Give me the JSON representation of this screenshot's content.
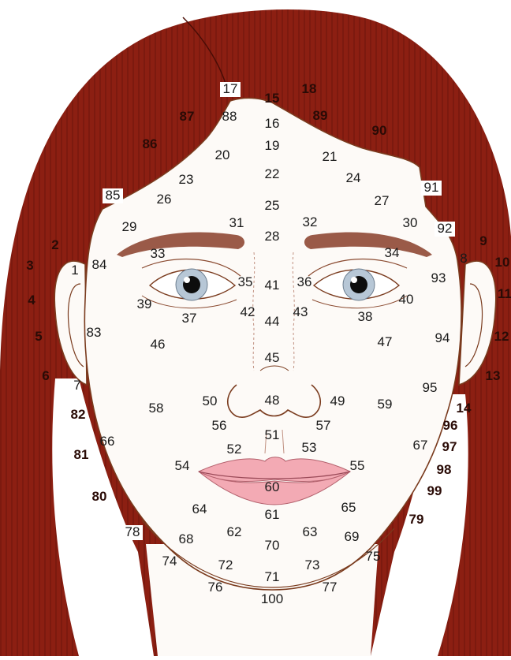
{
  "figure": {
    "labels": [
      {
        "id": "1",
        "text": "1"
      },
      {
        "id": "2",
        "text": "2"
      },
      {
        "id": "3",
        "text": "3"
      },
      {
        "id": "4",
        "text": "4"
      },
      {
        "id": "5",
        "text": "5"
      },
      {
        "id": "6",
        "text": "6"
      },
      {
        "id": "7",
        "text": "7"
      },
      {
        "id": "8",
        "text": "8"
      },
      {
        "id": "9",
        "text": "9"
      },
      {
        "id": "10",
        "text": "10"
      },
      {
        "id": "11",
        "text": "11"
      },
      {
        "id": "12",
        "text": "12"
      },
      {
        "id": "13",
        "text": "13"
      },
      {
        "id": "14",
        "text": "14"
      },
      {
        "id": "15",
        "text": "15"
      },
      {
        "id": "16",
        "text": "16"
      },
      {
        "id": "17",
        "text": "17"
      },
      {
        "id": "18",
        "text": "18"
      },
      {
        "id": "19",
        "text": "19"
      },
      {
        "id": "20",
        "text": "20"
      },
      {
        "id": "21",
        "text": "21"
      },
      {
        "id": "22",
        "text": "22"
      },
      {
        "id": "23",
        "text": "23"
      },
      {
        "id": "24",
        "text": "24"
      },
      {
        "id": "25",
        "text": "25"
      },
      {
        "id": "26",
        "text": "26"
      },
      {
        "id": "27",
        "text": "27"
      },
      {
        "id": "28",
        "text": "28"
      },
      {
        "id": "29",
        "text": "29"
      },
      {
        "id": "30",
        "text": "30"
      },
      {
        "id": "31",
        "text": "31"
      },
      {
        "id": "32",
        "text": "32"
      },
      {
        "id": "33",
        "text": "33"
      },
      {
        "id": "34",
        "text": "34"
      },
      {
        "id": "35",
        "text": "35"
      },
      {
        "id": "36",
        "text": "36"
      },
      {
        "id": "37",
        "text": "37"
      },
      {
        "id": "38",
        "text": "38"
      },
      {
        "id": "39",
        "text": "39"
      },
      {
        "id": "40",
        "text": "40"
      },
      {
        "id": "41",
        "text": "41"
      },
      {
        "id": "42",
        "text": "42"
      },
      {
        "id": "43",
        "text": "43"
      },
      {
        "id": "44",
        "text": "44"
      },
      {
        "id": "45",
        "text": "45"
      },
      {
        "id": "46",
        "text": "46"
      },
      {
        "id": "47",
        "text": "47"
      },
      {
        "id": "48",
        "text": "48"
      },
      {
        "id": "49",
        "text": "49"
      },
      {
        "id": "50",
        "text": "50"
      },
      {
        "id": "51",
        "text": "51"
      },
      {
        "id": "52",
        "text": "52"
      },
      {
        "id": "53",
        "text": "53"
      },
      {
        "id": "54",
        "text": "54"
      },
      {
        "id": "55",
        "text": "55"
      },
      {
        "id": "56",
        "text": "56"
      },
      {
        "id": "57",
        "text": "57"
      },
      {
        "id": "58",
        "text": "58"
      },
      {
        "id": "59",
        "text": "59"
      },
      {
        "id": "60",
        "text": "60"
      },
      {
        "id": "61",
        "text": "61"
      },
      {
        "id": "62",
        "text": "62"
      },
      {
        "id": "63",
        "text": "63"
      },
      {
        "id": "64",
        "text": "64"
      },
      {
        "id": "65",
        "text": "65"
      },
      {
        "id": "66",
        "text": "66"
      },
      {
        "id": "67",
        "text": "67"
      },
      {
        "id": "68",
        "text": "68"
      },
      {
        "id": "69",
        "text": "69"
      },
      {
        "id": "70",
        "text": "70"
      },
      {
        "id": "71",
        "text": "71"
      },
      {
        "id": "72",
        "text": "72"
      },
      {
        "id": "73",
        "text": "73"
      },
      {
        "id": "74",
        "text": "74"
      },
      {
        "id": "75",
        "text": "75"
      },
      {
        "id": "76",
        "text": "76"
      },
      {
        "id": "77",
        "text": "77"
      },
      {
        "id": "78",
        "text": "78"
      },
      {
        "id": "79",
        "text": "79"
      },
      {
        "id": "80",
        "text": "80"
      },
      {
        "id": "81",
        "text": "81"
      },
      {
        "id": "82",
        "text": "82"
      },
      {
        "id": "83",
        "text": "83"
      },
      {
        "id": "84",
        "text": "84"
      },
      {
        "id": "85",
        "text": "85"
      },
      {
        "id": "86",
        "text": "86"
      },
      {
        "id": "87",
        "text": "87"
      },
      {
        "id": "88",
        "text": "88"
      },
      {
        "id": "89",
        "text": "89"
      },
      {
        "id": "90",
        "text": "90"
      },
      {
        "id": "91",
        "text": "91"
      },
      {
        "id": "92",
        "text": "92"
      },
      {
        "id": "93",
        "text": "93"
      },
      {
        "id": "94",
        "text": "94"
      },
      {
        "id": "95",
        "text": "95"
      },
      {
        "id": "96",
        "text": "96"
      },
      {
        "id": "97",
        "text": "97"
      },
      {
        "id": "98",
        "text": "98"
      },
      {
        "id": "99",
        "text": "99"
      },
      {
        "id": "100",
        "text": "100"
      }
    ]
  },
  "colors": {
    "hair": "#8c1f12",
    "hair_dark": "#6e170d",
    "skin": "#fdfaf7",
    "outline": "#7a3b1e",
    "brow": "#9a5a48",
    "lips": "#f3aab4",
    "iris": "#b7c7d6",
    "label_on_hair": "#2a0b06",
    "label_on_skin": "#1a1a1a"
  }
}
